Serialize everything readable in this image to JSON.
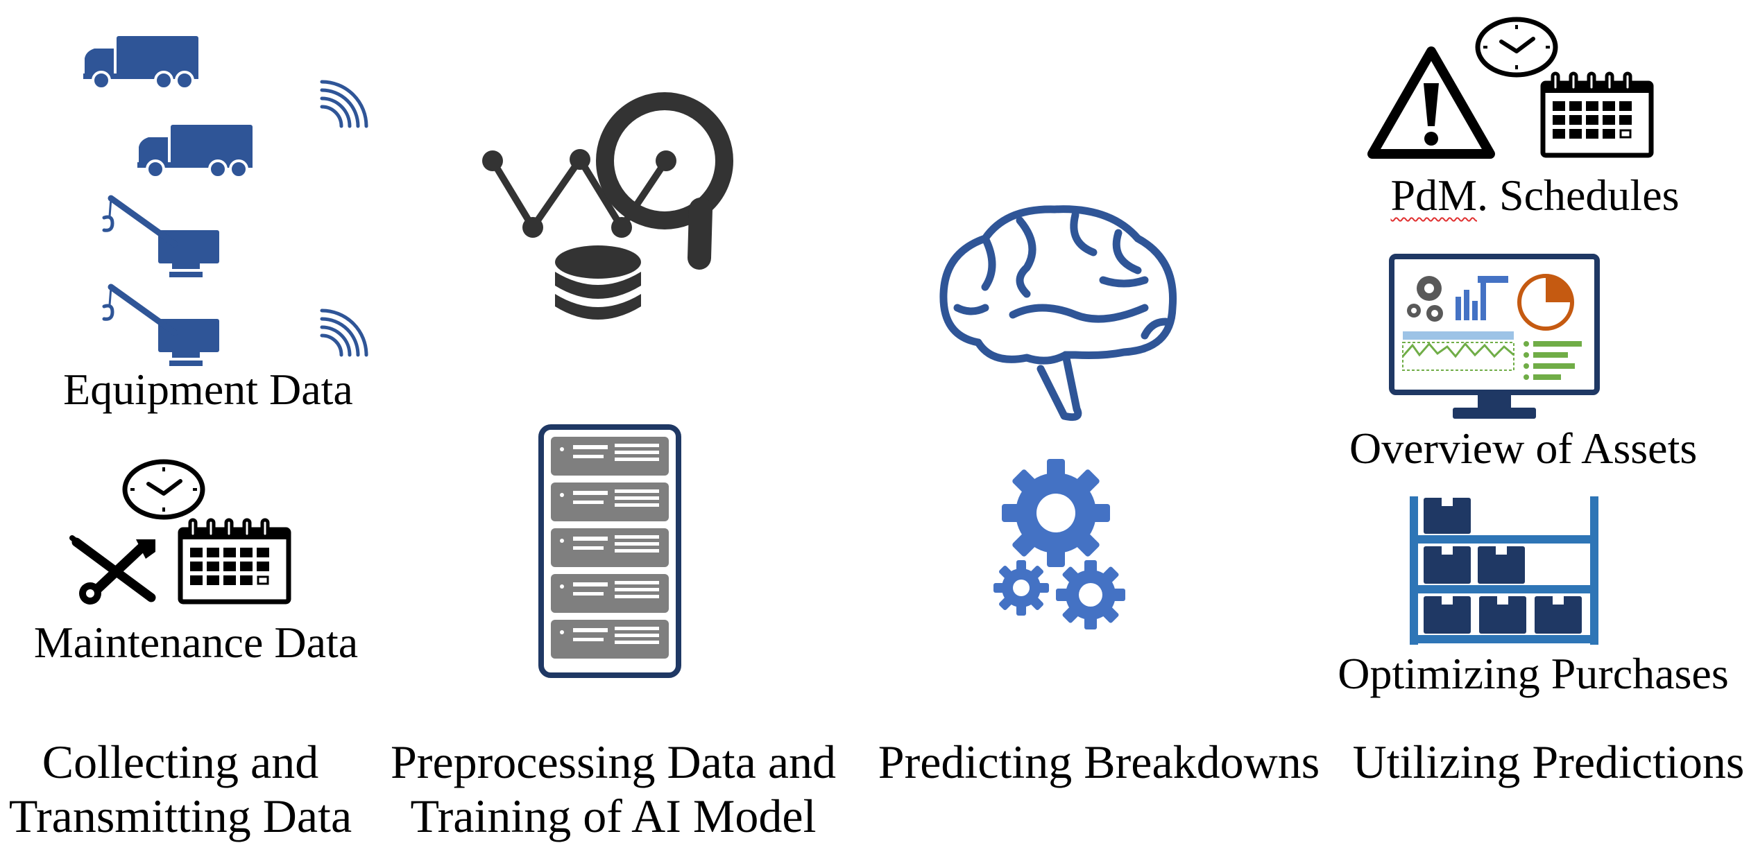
{
  "colors": {
    "blue": "#2f5597",
    "mid_blue": "#4472c4",
    "navy": "#1f3864",
    "dark_gray": "#333333",
    "server_gray": "#7f7f7f",
    "black": "#000000"
  },
  "icons": {
    "truck_1": "truck-icon",
    "truck_2": "truck-icon",
    "crane_1": "crane-icon",
    "crane_2": "crane-icon",
    "wifi_1": "wifi-icon",
    "wifi_2": "wifi-icon",
    "clock_left": "clock-icon",
    "tools": "wrench-screwdriver-icon",
    "calendar_left": "calendar-icon",
    "analytics": "line-chart-magnifier-database-icon",
    "server": "server-rack-icon",
    "brain": "brain-icon",
    "gears": "gears-icon",
    "warning": "warning-icon",
    "clock_right": "clock-icon",
    "calendar_right": "calendar-icon",
    "monitor": "dashboard-monitor-icon",
    "shelf": "warehouse-shelf-icon"
  },
  "labels": {
    "equipment_data": "Equipment Data",
    "maintenance_data": "Maintenance Data",
    "pdm_schedules_prefix": "PdM",
    "pdm_schedules_suffix": ". Schedules",
    "overview_of_assets": "Overview of Assets",
    "optimizing_purchases": "Optimizing Purchases"
  },
  "stages": {
    "collect_line1": "Collecting and",
    "collect_line2": "Transmitting Data",
    "preprocess_line1": "Preprocessing Data and",
    "preprocess_line2": "Training of AI Model",
    "predict": "Predicting Breakdowns",
    "utilize": "Utilizing Predictions"
  }
}
